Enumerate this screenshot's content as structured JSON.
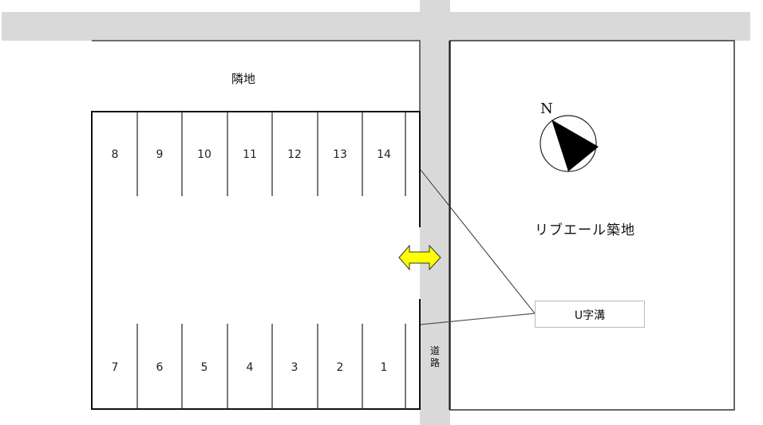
{
  "labels": {
    "neighbor_land": "隣地",
    "building_name": "リブエール築地",
    "road": "道路",
    "road_char_1": "道",
    "road_char_2": "路",
    "u_ditch": "U字溝",
    "north": "N"
  },
  "parking": {
    "top_row": [
      "8",
      "9",
      "10",
      "11",
      "12",
      "13",
      "14"
    ],
    "bottom_row": [
      "7",
      "6",
      "5",
      "4",
      "3",
      "2",
      "1"
    ]
  },
  "colors": {
    "road": "#d9d9d9",
    "arrow_fill": "#ffff00",
    "line": "#000000"
  },
  "entrance_arrow": "bidirectional entrance arrow"
}
